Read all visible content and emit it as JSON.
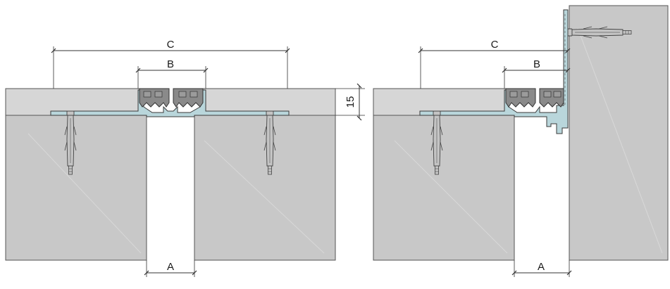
{
  "diagram": {
    "left_view": {
      "dimension_c": "C",
      "dimension_b": "B",
      "dimension_a": "A",
      "dimension_height": "15"
    },
    "right_view": {
      "dimension_c": "C",
      "dimension_b": "B",
      "dimension_a": "A"
    }
  },
  "colors": {
    "concrete": "#c8c8c8",
    "screed": "#d6d6d6",
    "aluminium": "#b9d6db",
    "rubber_insert": "#8a8a8a",
    "anchor": "#c4c4c4",
    "line": "#3a3a3a"
  }
}
